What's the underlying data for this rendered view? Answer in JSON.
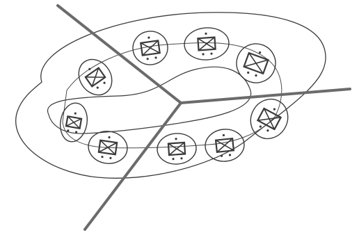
{
  "figure": {
    "ink_color": "#3a3a3a",
    "shaft_color": "#6b6b6b",
    "background": "#ffffff",
    "units": [
      {
        "id": 1,
        "dots": 3
      },
      {
        "id": 2,
        "dots": 3
      },
      {
        "id": 3,
        "dots": 3
      },
      {
        "id": 4,
        "dots": 3
      },
      {
        "id": 5,
        "dots": 3
      },
      {
        "id": 6,
        "dots": 3
      },
      {
        "id": 7,
        "dots": 3
      },
      {
        "id": 8,
        "dots": 3
      },
      {
        "id": 9,
        "dots": 3
      }
    ]
  }
}
